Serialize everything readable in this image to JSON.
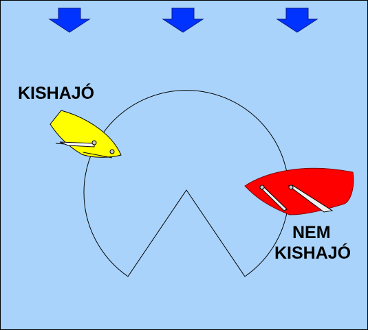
{
  "diagram": {
    "background_color": "#a9d3fb",
    "wind_arrow_color": "#0033ff",
    "wind_arrows": [
      {
        "name": "wind-arrow-left-icon"
      },
      {
        "name": "wind-arrow-middle-icon"
      },
      {
        "name": "wind-arrow-right-icon"
      }
    ],
    "mark_zone": {
      "shape": "circle-with-notch",
      "stroke": "#000000"
    },
    "boats": [
      {
        "id": "small-boat",
        "hull_color": "#ffff00",
        "label": "KISHAJÓ"
      },
      {
        "id": "big-boat",
        "hull_color": "#ff0000",
        "label_line1": "NEM",
        "label_line2": "KISHAJÓ"
      }
    ]
  }
}
